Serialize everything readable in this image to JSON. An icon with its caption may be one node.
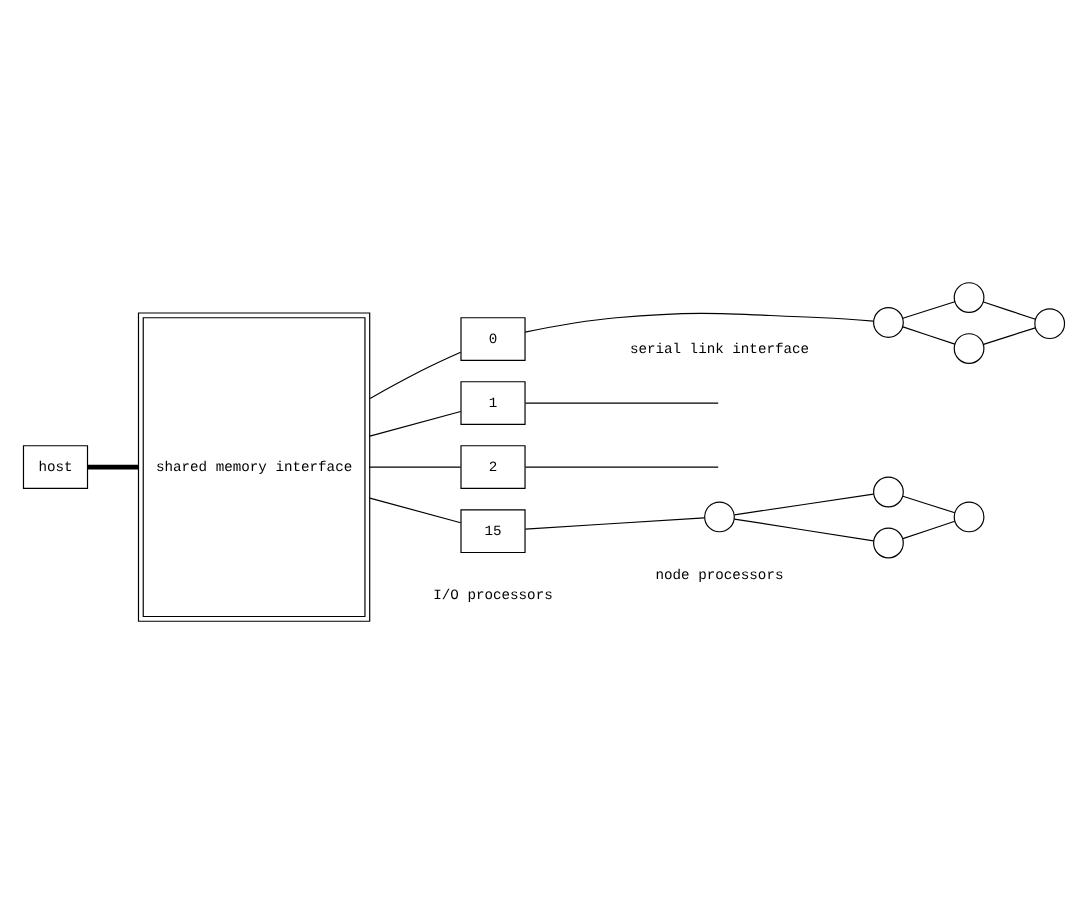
{
  "diagram": {
    "nodes": [
      {
        "text": [
          "host"
        ]
      },
      {
        "text": [
          "shared memory interface"
        ]
      },
      {
        "text": [
          "0"
        ]
      },
      {
        "text": [
          "1"
        ]
      },
      {
        "text": [
          "2"
        ]
      },
      {
        "text": [
          "15"
        ]
      },
      {
        "text": [],
        "shape": "circle"
      },
      {
        "text": [],
        "shape": "circle"
      },
      {
        "text": [],
        "shape": "circle"
      },
      {
        "text": [],
        "shape": "circle"
      },
      {
        "text": [],
        "shape": "circle"
      },
      {
        "text": [],
        "shape": "circle"
      },
      {
        "text": [],
        "shape": "circle"
      },
      {
        "text": [],
        "shape": "circle"
      }
    ],
    "edges": [
      {
        "from": 0,
        "to": 1,
        "arrow": "none",
        "style": "thick"
      },
      {
        "from": 1,
        "to": 2,
        "arrow": "none"
      },
      {
        "from": 1,
        "to": 3,
        "arrow": "none"
      },
      {
        "from": 1,
        "to": 4,
        "arrow": "none"
      },
      {
        "from": 1,
        "to": 5,
        "arrow": "none"
      },
      {
        "from": 2,
        "to": 6,
        "arrow": "none"
      },
      {
        "from": 3,
        "to": null,
        "arrow": "none"
      },
      {
        "from": 4,
        "to": null,
        "arrow": "none"
      },
      {
        "from": 5,
        "to": 10,
        "arrow": "none"
      },
      {
        "from": 6,
        "to": 7,
        "arrow": "none"
      },
      {
        "from": 7,
        "to": 8,
        "arrow": "none"
      },
      {
        "from": 6,
        "to": 9,
        "arrow": "none"
      },
      {
        "from": 9,
        "to": 8,
        "arrow": "none"
      },
      {
        "from": 10,
        "to": 11,
        "arrow": "none"
      },
      {
        "from": 11,
        "to": 12,
        "arrow": "none"
      },
      {
        "from": 10,
        "to": 13,
        "arrow": "none"
      },
      {
        "from": 13,
        "to": 12,
        "arrow": "none"
      }
    ],
    "labels": [
      "serial link interface",
      "I/O processors",
      "node processors"
    ]
  }
}
